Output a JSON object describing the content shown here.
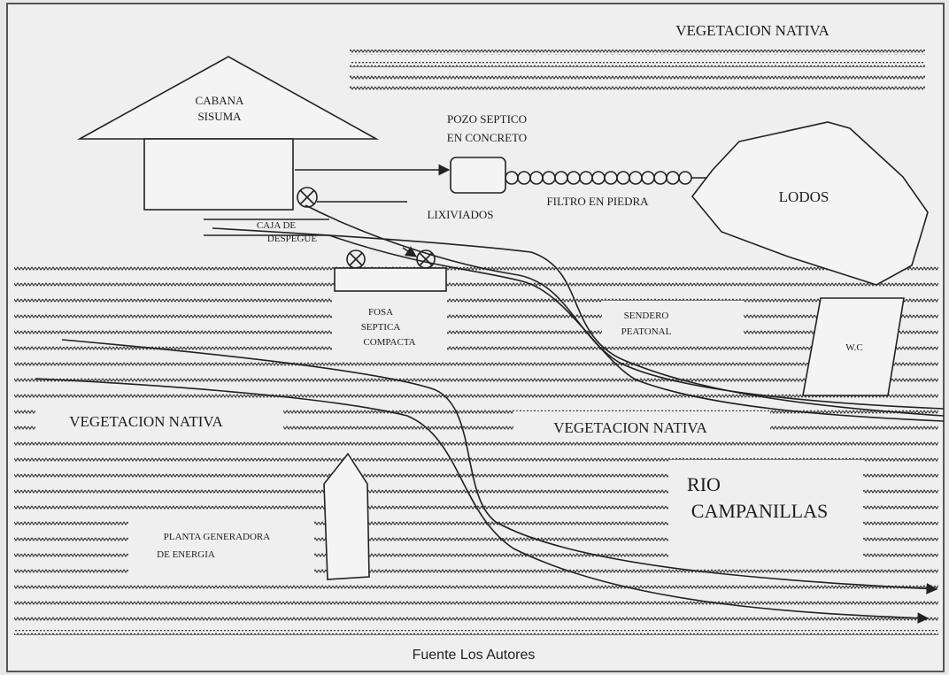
{
  "labels": {
    "veg_top": "VEGETACION NATIVA",
    "cabana_1": "CABANA",
    "cabana_2": "SISUMA",
    "pozo_1": "POZO SEPTICO",
    "pozo_2": "EN CONCRETO",
    "filtro": "FILTRO EN PIEDRA",
    "lodos": "LODOS",
    "lixiviados": "LIXIVIADOS",
    "caja_1": "CAJA DE",
    "caja_2": "DESPEGUE",
    "fosa_1": "FOSA",
    "fosa_2": "SEPTICA",
    "fosa_3": "COMPACTA",
    "sendero_1": "SENDERO",
    "sendero_2": "PEATONAL",
    "wc": "W.C",
    "veg_left": "VEGETACION NATIVA",
    "veg_mid": "VEGETACION NATIVA",
    "rio_1": "RIO",
    "rio_2": "CAMPANILLAS",
    "planta_1": "PLANTA GENERADORA",
    "planta_2": "DE ENERGIA"
  },
  "caption": "Fuente Los Autores"
}
